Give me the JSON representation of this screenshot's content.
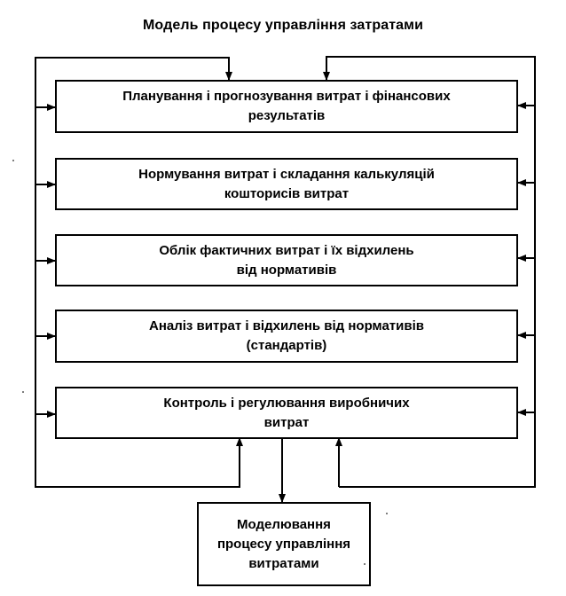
{
  "title": "Модель процесу управління затратами",
  "boxes": [
    {
      "id": "planning",
      "label": "Планування і прогнозування витрат і фінансових\nрезультатів"
    },
    {
      "id": "norming",
      "label": "Нормування витрат і складання калькуляцій\nкошторисів витрат"
    },
    {
      "id": "accounting",
      "label": "Облік фактичних витрат і їх відхилень\nвід нормативів"
    },
    {
      "id": "analysis",
      "label": "Аналіз витрат і відхилень від нормативів\n(стандартів)"
    },
    {
      "id": "control",
      "label": "Контроль і регулювання виробничих\nвитрат"
    },
    {
      "id": "modeling",
      "label": "Моделювання\nпроцесу управління\nвитратами"
    }
  ]
}
